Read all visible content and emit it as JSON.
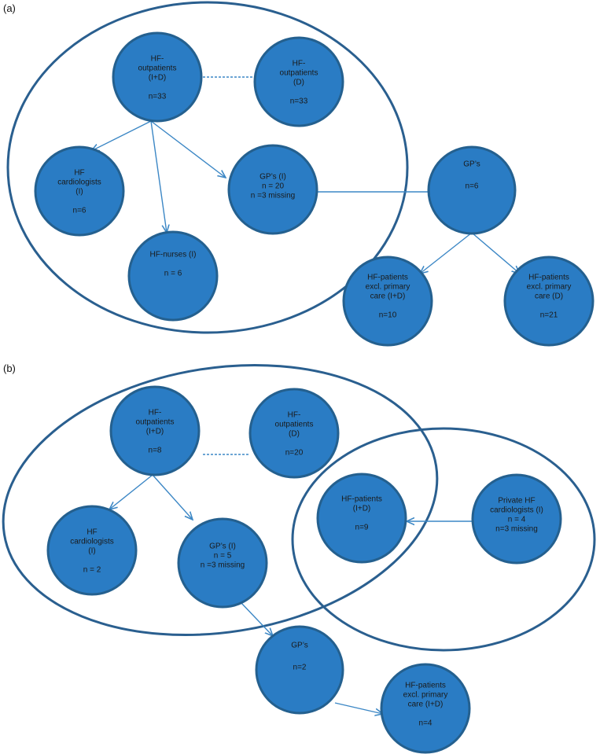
{
  "panels": {
    "a": {
      "label": "(a)"
    },
    "b": {
      "label": "(b)"
    }
  },
  "nodes": {
    "a_hf_outpatients_id": [
      "HF-",
      "outpatients",
      "(I+D)",
      "",
      "n=33"
    ],
    "a_hf_outpatients_d": [
      "HF-",
      "outpatients",
      "(D)",
      "",
      "n=33"
    ],
    "a_hf_cardiologists": [
      "HF",
      "cardiologists",
      "(I)",
      "",
      "n=6"
    ],
    "a_gps_i": [
      "GP’s (I)",
      "n = 20",
      "n =3 missing"
    ],
    "a_hf_nurses": [
      "HF-nurses (I)",
      "",
      "n = 6"
    ],
    "a_gps": [
      "GP’s",
      "",
      "n=6"
    ],
    "a_hf_patients_excl_id": [
      "HF-patients",
      "excl. primary",
      "care (I+D)",
      "",
      "n=10"
    ],
    "a_hf_patients_excl_d": [
      "HF-patients",
      "excl. primary",
      "care (D)",
      "",
      "n=21"
    ],
    "b_hf_outpatients_id": [
      "HF-",
      "outpatients",
      "(I+D)",
      "",
      "n=8"
    ],
    "b_hf_outpatients_d": [
      "HF-",
      "outpatients",
      "(D)",
      "",
      "n=20"
    ],
    "b_hf_cardiologists": [
      "HF",
      "cardiologists",
      "(I)",
      "",
      "n = 2"
    ],
    "b_gps_i": [
      "GP’s (I)",
      "n  = 5",
      "n =3 missing"
    ],
    "b_hf_patients_id": [
      "HF-patients",
      "(I+D)",
      "",
      "n=9"
    ],
    "b_private_hf_cardiologists": [
      "Private HF",
      "cardiologists (I)",
      "n = 4",
      "n=3 missing"
    ],
    "b_gps": [
      "GP’s",
      "",
      "n=2"
    ],
    "b_hf_patients_excl_id": [
      "HF-patients",
      "excl. primary",
      "care (I+D)",
      "",
      "n=4"
    ]
  },
  "colors": {
    "node_fill": "#2a7cc4",
    "node_stroke": "#24608f",
    "region_stroke": "#2a5f8f",
    "edge": "#3c87c5"
  }
}
